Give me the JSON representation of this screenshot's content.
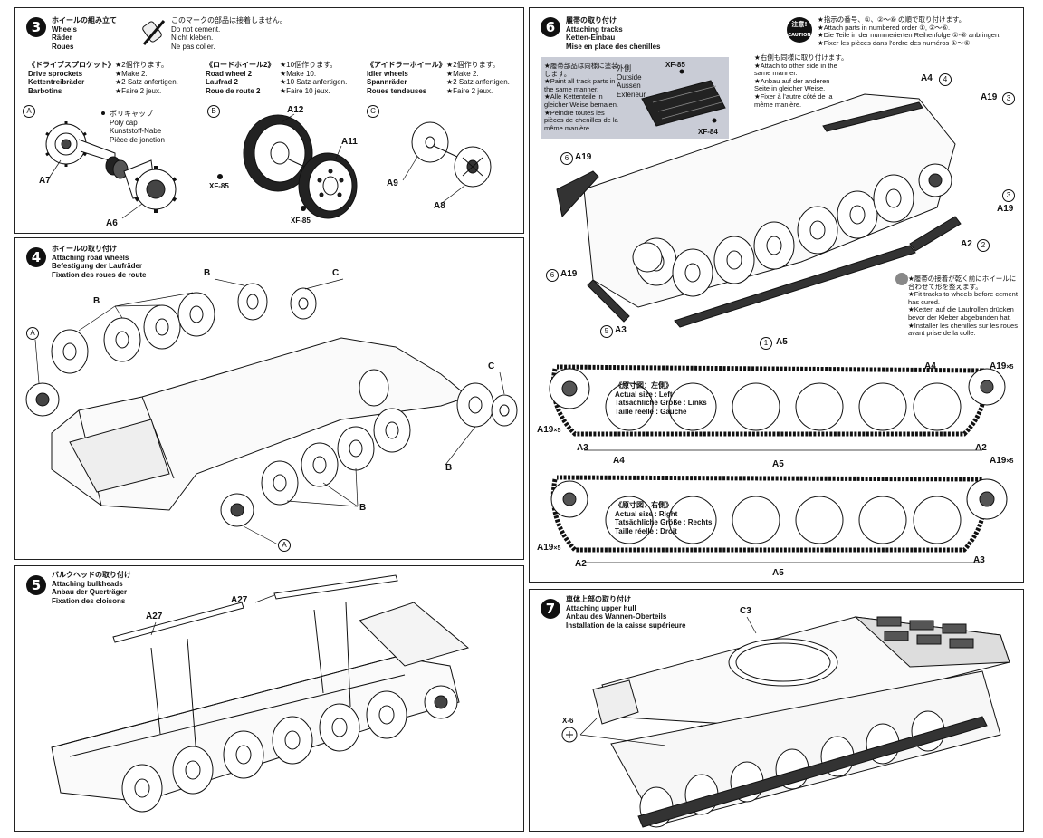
{
  "step3": {
    "num": "3",
    "title_lines": [
      "ホイールの組み立て",
      "Wheels",
      "Räder",
      "Roues"
    ],
    "nocement_lines": [
      "このマークの部品は接着しません。",
      "Do not cement.",
      "Nicht kleben.",
      "Ne pas coller."
    ],
    "sprocket": {
      "name_lines": [
        "《ドライブスプロケット》",
        "Drive sprockets",
        "Kettentreibräder",
        "Barbotins"
      ],
      "make_lines": [
        "★2個作ります。",
        "★Make 2.",
        "★2 Satz anfertigen.",
        "★Faire 2 jeux."
      ]
    },
    "roadwheel": {
      "name_lines": [
        "《ロードホイール2》",
        "Road wheel 2",
        "Laufrad 2",
        "Roue de route 2"
      ],
      "make_lines": [
        "★10個作ります。",
        "★Make 10.",
        "★10 Satz anfertigen.",
        "★Faire 10 jeux."
      ]
    },
    "idler": {
      "name_lines": [
        "《アイドラーホイール》",
        "Idler wheels",
        "Spannräder",
        "Roues tendeuses"
      ],
      "make_lines": [
        "★2個作ります。",
        "★Make 2.",
        "★2 Satz anfertigen.",
        "★Faire 2 jeux."
      ]
    },
    "polycap_lines": [
      "ポリキャップ",
      "Poly cap",
      "Kunststoff-Nabe",
      "Pièce de jonction"
    ],
    "sub_a": "A",
    "sub_b": "B",
    "sub_c": "C",
    "parts": {
      "a7": "A7",
      "a6": "A6",
      "a12": "A12",
      "a11": "A11",
      "a9": "A9",
      "a8": "A8",
      "xf85a": "XF-85",
      "xf85b": "XF-85"
    }
  },
  "step4": {
    "num": "4",
    "title_lines": [
      "ホイールの取り付け",
      "Attaching road wheels",
      "Befestigung der Laufräder",
      "Fixation des roues de route"
    ],
    "labels": {
      "b1": "B",
      "b2": "B",
      "c1": "C",
      "c2": "C",
      "a1": "A",
      "a2": "A",
      "b3": "B",
      "b4": "B"
    }
  },
  "step5": {
    "num": "5",
    "title_lines": [
      "バルクヘッドの取り付け",
      "Attaching bulkheads",
      "Anbau der Querträger",
      "Fixation des cloisons"
    ],
    "parts": {
      "a27a": "A27",
      "a27b": "A27"
    }
  },
  "step6": {
    "num": "6",
    "title_lines": [
      "履帯の取り付け",
      "Attaching tracks",
      "Ketten-Einbau",
      "Mise en place des chenilles"
    ],
    "paint_note_lines": [
      "★履帯部品は同様に塗装",
      "します。",
      "★Paint all track parts in",
      "the same manner.",
      "★Alle Kettenteile in",
      "gleicher Weise bemalen.",
      "★Peindre toutes les",
      "pièces de chenilles de la",
      "même manière."
    ],
    "outside_lines": [
      "外側",
      "Outside",
      "Aussen",
      "Extérieur"
    ],
    "xf85": "XF-85",
    "xf84": "XF-84",
    "order_lines": [
      "★指示の番号、①、②～⑥ の順で取り付けます。",
      "★Attach parts in numbered order ①, ②～⑥.",
      "★Die Teile in der nummerierten Reihenfolge ①-⑥ anbringen.",
      "★Fixer les pièces dans l'ordre des numéros ①～⑥."
    ],
    "caution_lines": [
      "注意!",
      "CAUTION"
    ],
    "other_side_lines": [
      "★右側も同様に取り付けます。",
      "★Attach to other side in the",
      "same manner.",
      "★Anbau auf der anderen",
      "Seite in gleicher Weise.",
      "★Fixer à l'autre côté de la",
      "même manière."
    ],
    "fit_lines": [
      "★履帯の接着が乾く前にホイールに",
      "合わせて形を整えます。",
      "★Fit tracks to wheels before cement",
      "has cured.",
      "★Ketten auf die Laufrollen drücken",
      "bevor der Kleber abgebunden hat.",
      "★Installer les chenilles sur les roues",
      "avant prise de la colle."
    ],
    "parts": {
      "a4": "A4",
      "a4n": "4",
      "a19t": "A19",
      "a19tn": "3",
      "a19r": "A19",
      "a19rn": "3",
      "a19l": "A19",
      "a19ln": "6",
      "a19m": "A19",
      "a19mn": "6",
      "a2": "A2",
      "a2n": "2",
      "a3": "A3",
      "a3n": "5",
      "a5": "A5",
      "a5n": "1"
    },
    "left_lines": [
      "《原寸図：左側》",
      "Actual size : Left",
      "Tatsächliche Größe : Links",
      "Taille réelle : Gauche"
    ],
    "right_lines": [
      "《原寸図：右側》",
      "Actual size : Right",
      "Tatsächliche Größe : Rechts",
      "Taille réelle : Droit"
    ],
    "left_parts": {
      "a4": "A4",
      "a19r": "A19",
      "x5r": "×5",
      "a19l": "A19",
      "x5l": "×5",
      "a3": "A3",
      "a5": "A5",
      "a2": "A2"
    },
    "right_parts": {
      "a4": "A4",
      "a19r": "A19",
      "x5r": "×5",
      "a19l": "A19",
      "x5l": "×5",
      "a2": "A2",
      "a5": "A5",
      "a3": "A3"
    }
  },
  "step7": {
    "num": "7",
    "title_lines": [
      "車体上部の取り付け",
      "Attaching upper hull",
      "Anbau des Wannen-Oberteils",
      "Installation de la caisse supérieure"
    ],
    "parts": {
      "c3": "C3",
      "x6": "X-6"
    }
  }
}
